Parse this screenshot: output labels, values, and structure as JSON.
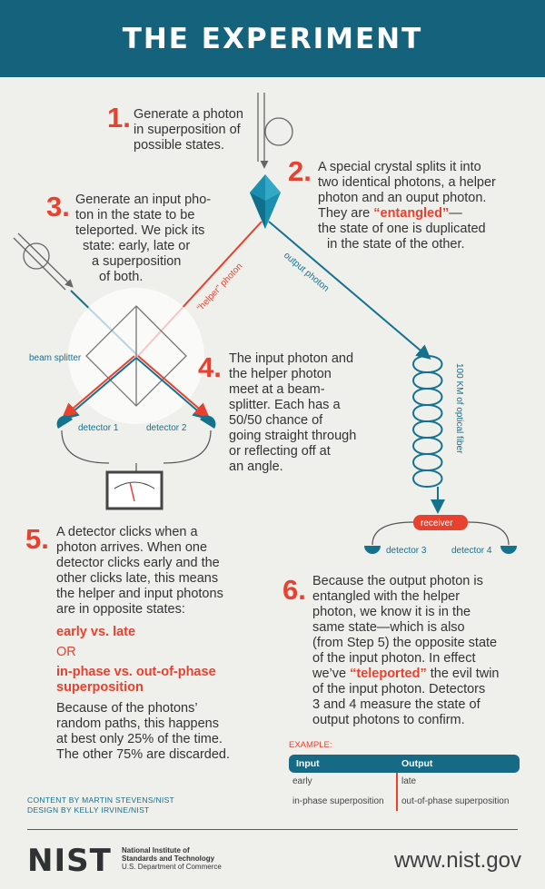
{
  "title": "THE EXPERIMENT",
  "steps": [
    {
      "num": "1.",
      "lines": [
        "Generate a photon",
        "in superposition of",
        "possible states."
      ]
    },
    {
      "num": "2.",
      "lines": [
        "A special crystal splits it into",
        "two identical photons, a helper",
        "photon and an ouput photon.",
        "They are ",
        "“entangled”",
        "—",
        "the state of one is duplicated",
        "in the state of the other."
      ]
    },
    {
      "num": "3.",
      "lines": [
        "Generate an input pho-",
        "ton in the state to be",
        "teleported. We pick its",
        "state: early, late or",
        "a superposition",
        "of both."
      ]
    },
    {
      "num": "4.",
      "lines": [
        "The input photon and",
        "the helper photon",
        "meet at a beam-",
        "splitter. Each has a",
        "50/50 chance of",
        "going straight through",
        "or reflecting off at",
        "an angle."
      ]
    },
    {
      "num": "5.",
      "lines": [
        "A detector clicks when a",
        "photon arrives. When one",
        "detector clicks early and the",
        "other clicks late, this means",
        "the helper and input photons",
        "are in opposite states:"
      ],
      "emph1": "early vs. late",
      "or": "OR",
      "emph2a": "in-phase vs. out-of-phase",
      "emph2b": "superposition",
      "tail": [
        "Because of the photons’",
        "random paths, this happens",
        "at best only 25% of the time.",
        "The other 75% are discarded."
      ]
    },
    {
      "num": "6.",
      "lines": [
        "Because the output photon is",
        "entangled with the helper",
        "photon, we know it is in the",
        "same state—which is also",
        "(from Step 5) the opposite state",
        "of the input photon. In effect",
        "we’ve ",
        "“teleported”",
        " the evil twin",
        "of the input photon. Detectors",
        "3 and 4 measure the state of",
        "output photons to confirm."
      ]
    }
  ],
  "labels": {
    "helper_photon": "“helper” photon",
    "output_photon": "output photon",
    "beam_splitter": "beam splitter",
    "detector1": "detector 1",
    "detector2": "detector 2",
    "detector3": "detector 3",
    "detector4": "detector 4",
    "fiber": "100 KM of optical fiber",
    "receiver": "receiver"
  },
  "example": {
    "label": "EXAMPLE:",
    "headers": [
      "Input",
      "Output"
    ],
    "rows": [
      [
        "early",
        "late"
      ],
      [
        "in-phase superposition",
        "out-of-phase superposition"
      ]
    ]
  },
  "credits": [
    "CONTENT BY MARTIN STEVENS/NIST",
    "DESIGN BY KELLY IRVINE/NIST"
  ],
  "footer": {
    "logo": "NIST",
    "org": [
      "National Institute of",
      "Standards and Technology",
      "U.S. Department of Commerce"
    ],
    "url": "www.nist.gov"
  },
  "colors": {
    "header": "#15627c",
    "accent_red": "#e8412f",
    "blue": "#15728f",
    "background": "#efefeb"
  }
}
